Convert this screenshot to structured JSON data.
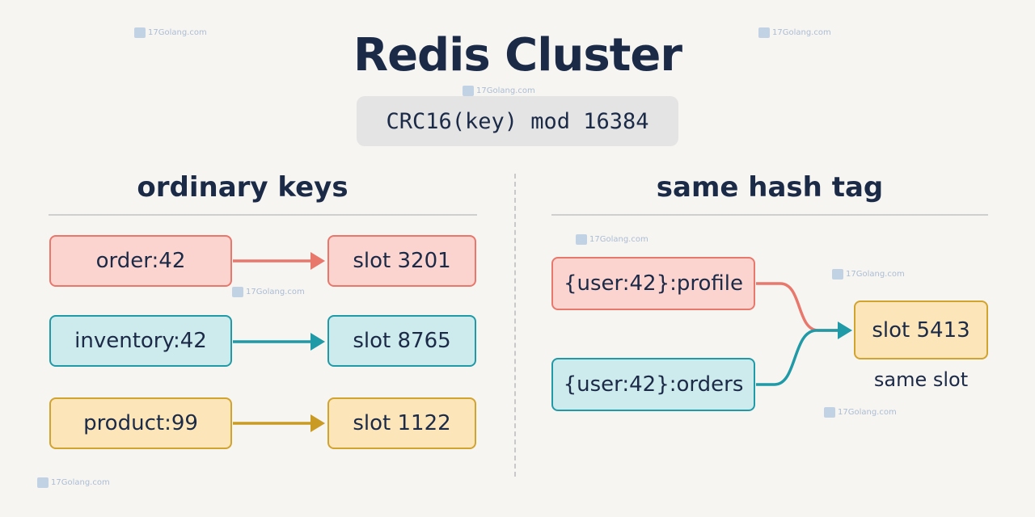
{
  "header": {
    "title": "Redis Cluster",
    "formula": "CRC16(key) mod 16384"
  },
  "left": {
    "title": "ordinary keys",
    "rows": [
      {
        "key": "order:42",
        "slot": "slot 3201",
        "color": "#e8776c"
      },
      {
        "key": "inventory:42",
        "slot": "slot 8765",
        "color": "#1f9aa6"
      },
      {
        "key": "product:99",
        "slot": "slot 1122",
        "color": "#c99a24"
      }
    ]
  },
  "right": {
    "title": "same hash tag",
    "keys": [
      {
        "key": "{user:42}:profile",
        "color": "#e8776c"
      },
      {
        "key": "{user:42}:orders",
        "color": "#1f9aa6"
      }
    ],
    "slot": "slot 5413",
    "slot_caption": "same slot"
  },
  "watermark": {
    "text": "17Golang.com"
  }
}
